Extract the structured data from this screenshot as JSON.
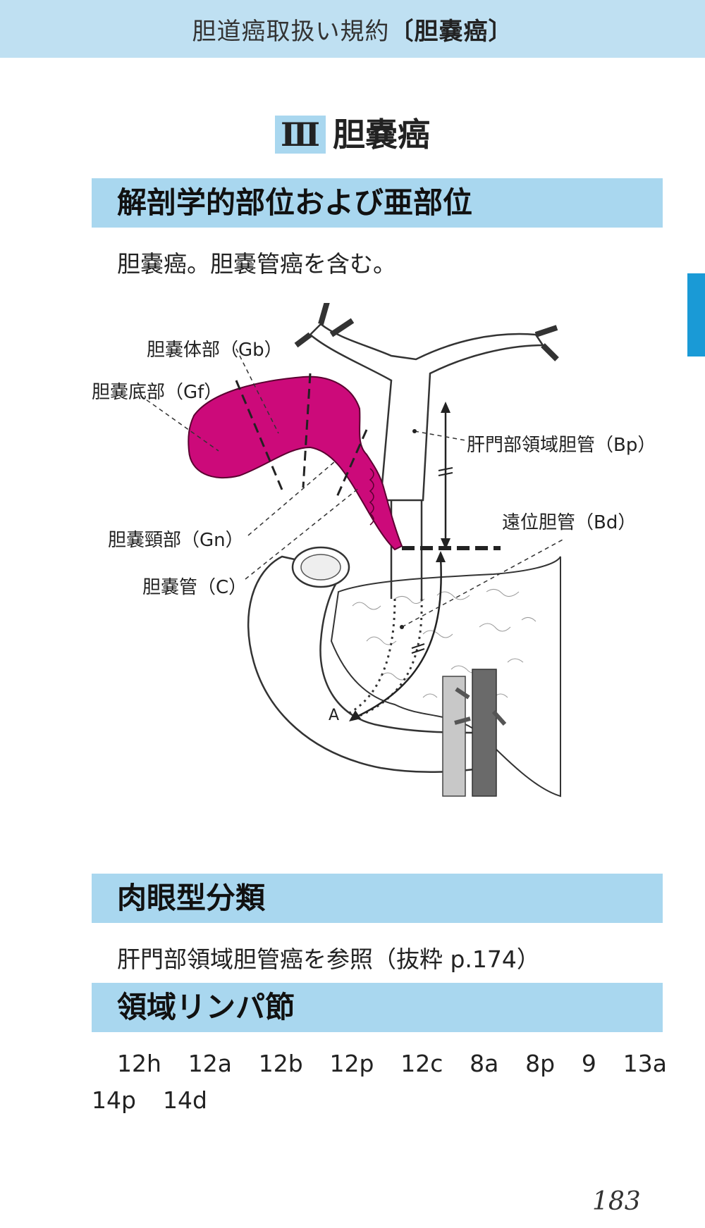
{
  "header": {
    "title_main": "胆道癌取扱い規約",
    "title_bold": "〔胆嚢癌〕"
  },
  "chapter": {
    "number": "Ⅲ",
    "title": "胆嚢癌"
  },
  "section1": {
    "heading": "解剖学的部位および亜部位",
    "text": "胆嚢癌。胆嚢管癌を含む。"
  },
  "figure": {
    "labels": {
      "gb": "胆嚢体部（Gb）",
      "gf": "胆嚢底部（Gf）",
      "gn": "胆嚢頸部（Gn）",
      "c": "胆嚢管（C）",
      "bp": "肝門部領域胆管（Bp）",
      "bd": "遠位胆管（Bd）",
      "a": "A"
    },
    "colors": {
      "gallbladder": "#cc0a7a",
      "vessel_light": "#c8c8c8",
      "vessel_dark": "#6a6a6a"
    }
  },
  "section2": {
    "heading": "肉眼型分類",
    "text": "肝門部領域胆管癌を参照（抜粋 p.174）"
  },
  "section3": {
    "heading": "領域リンパ節",
    "nodes_row1": [
      "12h",
      "12a",
      "12b",
      "12p",
      "12c",
      "8a",
      "8p",
      "9",
      "13a"
    ],
    "nodes_row2": [
      "14p",
      "14d"
    ]
  },
  "page_number": "183",
  "accent_color": "#1a9ad6"
}
